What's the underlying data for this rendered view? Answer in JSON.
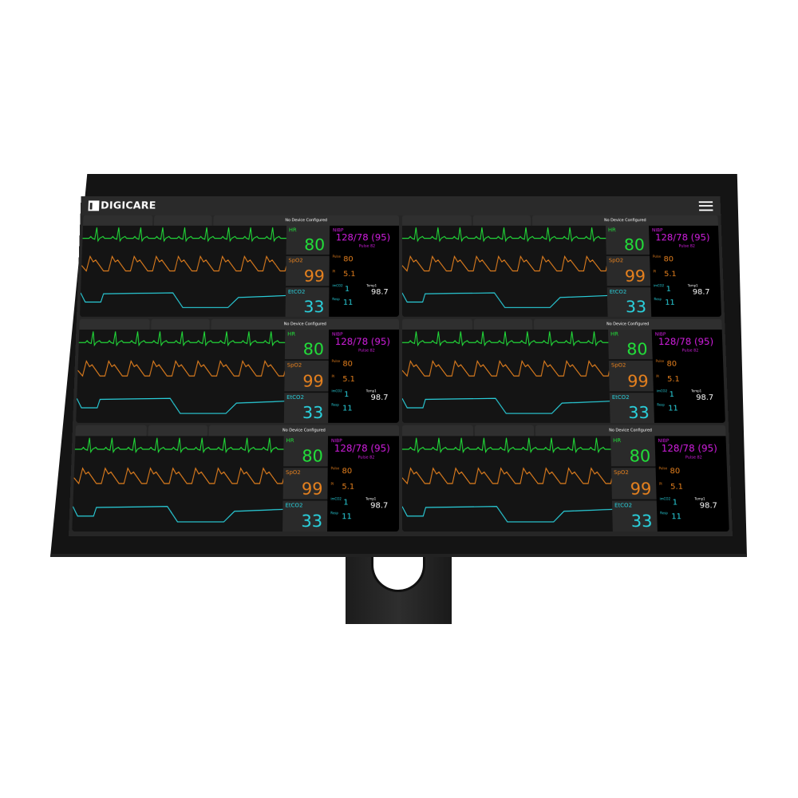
{
  "header": {
    "brand": "DIGICARE",
    "menu_icon": "hamburger-menu-icon"
  },
  "colors": {
    "hr": "#22e03a",
    "spo2": "#e8821e",
    "etco2": "#2ad4e0",
    "nibp": "#d21ee0",
    "background": "#262626"
  },
  "panels": [
    {
      "status": "No Device Configured",
      "hr_label": "HR",
      "hr": "80",
      "spo2_label": "SpO2",
      "spo2": "99",
      "etco2_label": "EtCO2",
      "etco2": "33",
      "nibp_label": "NIBP",
      "nibp": "128/78 (95)",
      "pulse": "Pulse 82",
      "pr_label": "Pulse",
      "pr": "80",
      "pi_label": "PI",
      "pi": "5.1",
      "imco2_label": "imCO2",
      "imco2": "1",
      "resp_label": "Resp",
      "resp": "11",
      "temp_label": "Temp1",
      "temp": "98.7"
    },
    {
      "status": "No Device Configured",
      "hr_label": "HR",
      "hr": "80",
      "spo2_label": "SpO2",
      "spo2": "99",
      "etco2_label": "EtCO2",
      "etco2": "33",
      "nibp_label": "NIBP",
      "nibp": "128/78 (95)",
      "pulse": "Pulse 82",
      "pr_label": "Pulse",
      "pr": "80",
      "pi_label": "PI",
      "pi": "5.1",
      "imco2_label": "imCO2",
      "imco2": "1",
      "resp_label": "Resp",
      "resp": "11",
      "temp_label": "Temp1",
      "temp": "98.7"
    },
    {
      "status": "No Device Configured",
      "hr_label": "HR",
      "hr": "80",
      "spo2_label": "SpO2",
      "spo2": "99",
      "etco2_label": "EtCO2",
      "etco2": "33",
      "nibp_label": "NIBP",
      "nibp": "128/78 (95)",
      "pulse": "Pulse 82",
      "pr_label": "Pulse",
      "pr": "80",
      "pi_label": "PI",
      "pi": "5.1",
      "imco2_label": "imCO2",
      "imco2": "1",
      "resp_label": "Resp",
      "resp": "11",
      "temp_label": "Temp1",
      "temp": "98.7"
    },
    {
      "status": "No Device Configured",
      "hr_label": "HR",
      "hr": "80",
      "spo2_label": "SpO2",
      "spo2": "99",
      "etco2_label": "EtCO2",
      "etco2": "33",
      "nibp_label": "NIBP",
      "nibp": "128/78 (95)",
      "pulse": "Pulse 82",
      "pr_label": "Pulse",
      "pr": "80",
      "pi_label": "PI",
      "pi": "5.1",
      "imco2_label": "imCO2",
      "imco2": "1",
      "resp_label": "Resp",
      "resp": "11",
      "temp_label": "Temp1",
      "temp": "98.7"
    },
    {
      "status": "No Device Configured",
      "hr_label": "HR",
      "hr": "80",
      "spo2_label": "SpO2",
      "spo2": "99",
      "etco2_label": "EtCO2",
      "etco2": "33",
      "nibp_label": "NIBP",
      "nibp": "128/78 (95)",
      "pulse": "Pulse 82",
      "pr_label": "Pulse",
      "pr": "80",
      "pi_label": "PI",
      "pi": "5.1",
      "imco2_label": "imCO2",
      "imco2": "1",
      "resp_label": "Resp",
      "resp": "11",
      "temp_label": "Temp1",
      "temp": "98.7"
    },
    {
      "status": "No Device Configured",
      "hr_label": "HR",
      "hr": "80",
      "spo2_label": "SpO2",
      "spo2": "99",
      "etco2_label": "EtCO2",
      "etco2": "33",
      "nibp_label": "NIBP",
      "nibp": "128/78 (95)",
      "pulse": "Pulse 82",
      "pr_label": "Pulse",
      "pr": "80",
      "pi_label": "PI",
      "pi": "5.1",
      "imco2_label": "imCO2",
      "imco2": "1",
      "resp_label": "Resp",
      "resp": "11",
      "temp_label": "Temp1",
      "temp": "98.7"
    }
  ]
}
